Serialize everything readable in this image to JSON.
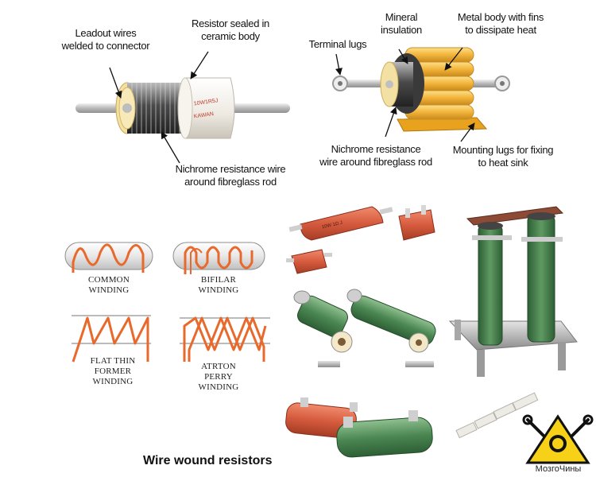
{
  "labels": {
    "leadout": [
      "Leadout wires",
      "welded to connector"
    ],
    "sealed": [
      "Resistor sealed in",
      "ceramic body"
    ],
    "nichrome_left": [
      "Nichrome resistance wire",
      "around fibreglass rod"
    ],
    "terminal": [
      "Terminal lugs"
    ],
    "mineral": [
      "Mineral",
      "insulation"
    ],
    "metal_body": [
      "Metal body with fins",
      "to dissipate heat"
    ],
    "nichrome_right": [
      "Nichrome resistance",
      "wire around fibreglass rod"
    ],
    "mounting": [
      "Mounting lugs for fixing",
      "to heat sink"
    ]
  },
  "windings": {
    "common": [
      "COMMON",
      "WINDING"
    ],
    "bifilar": [
      "BIFILAR",
      "WINDING"
    ],
    "flat": [
      "FLAT THIN",
      "FORMER",
      "WINDING"
    ],
    "ayrton": [
      "ATRTON",
      "PERRY",
      "WINDING"
    ]
  },
  "body_print": [
    "10W1R5J",
    "KAWAN"
  ],
  "caption": "Wire wound resistors",
  "logo": "МозгоЧины",
  "colors": {
    "wire": "#e8692b",
    "ceramic": "#f2f0ea",
    "green_resistor": "#4f8b55",
    "red_resistor": "#c9563f",
    "gold_fin": "#f0b640",
    "logo_yellow": "#f7d117"
  }
}
